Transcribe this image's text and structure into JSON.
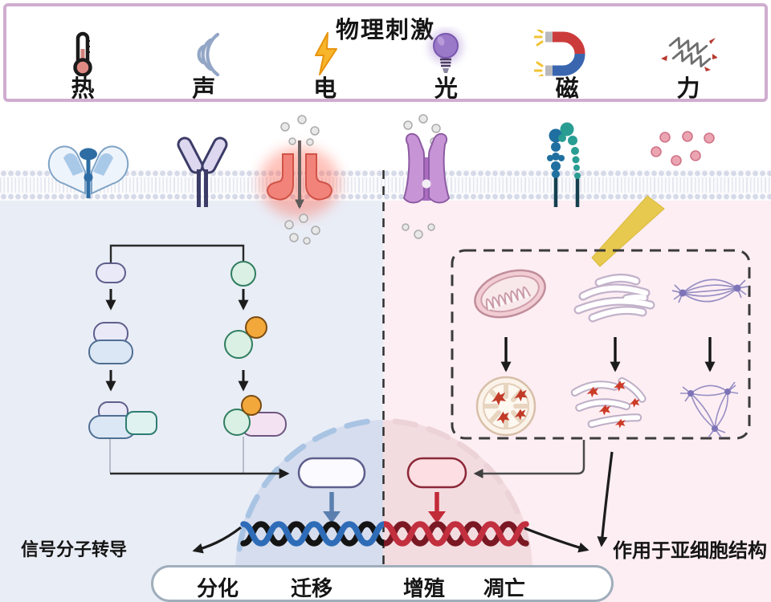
{
  "banner": {
    "title": "物理刺激",
    "stimuli": [
      {
        "icon": "thermometer-icon",
        "label": "热"
      },
      {
        "icon": "sound-waves-icon",
        "label": "声"
      },
      {
        "icon": "lightning-icon",
        "label": "电"
      },
      {
        "icon": "light-bulb-icon",
        "label": "光"
      },
      {
        "icon": "magnet-icon",
        "label": "磁"
      },
      {
        "icon": "force-icon",
        "label": "力"
      }
    ]
  },
  "labels": {
    "signal_transduction": "信号分子转导",
    "subcellular": "作用于亚细胞结构"
  },
  "outcomes": {
    "items": [
      "分化",
      "迁移",
      "增殖",
      "凋亡"
    ]
  },
  "colors": {
    "banner_border": "#cfadd0",
    "left_cytoplasm": "#e9edf6",
    "right_cytoplasm": "#fdeef3",
    "divider_dash": "#2f2f2f",
    "nucleus_dash_left": "#a9c4e3",
    "nucleus_dash_right": "#ecd3d7",
    "dna_black": "#141414",
    "dna_blue": "#2e6cb8",
    "dna_dark_red": "#7a1823",
    "dna_red": "#c22f3f",
    "blue_arrow": "#5b80b0",
    "red_arrow": "#c22b38",
    "laser": "#e8c94f"
  }
}
